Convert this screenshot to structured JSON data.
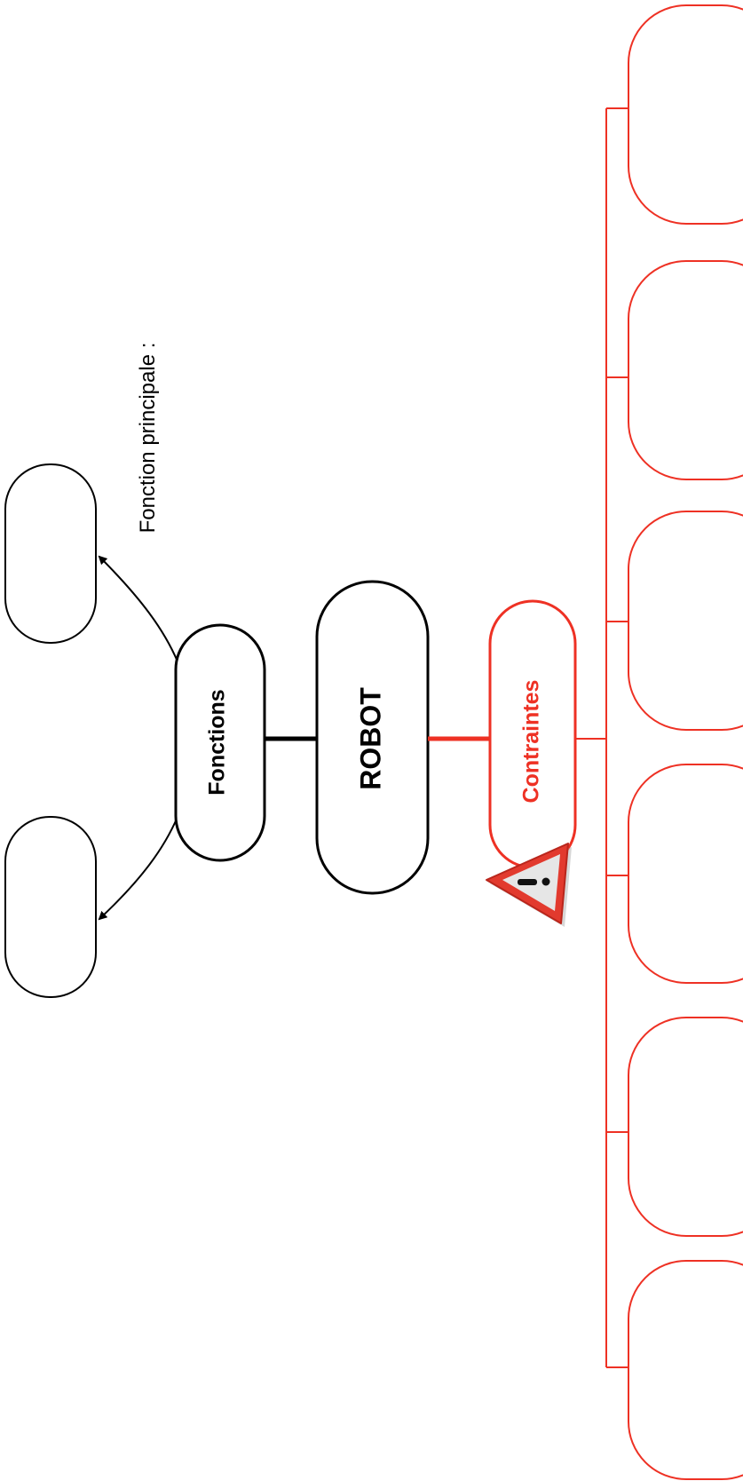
{
  "diagram": {
    "main_label": "ROBOT",
    "functions_label": "Fonctions",
    "constraints_label": "Contraintes",
    "main_function_caption": "Fonction principale :",
    "function_slots": [
      "",
      ""
    ],
    "constraint_slots": [
      "",
      "",
      "",
      "",
      "",
      ""
    ]
  },
  "colors": {
    "ink": "#000000",
    "constraint": "#ee3124",
    "warning_fill": "#e6e6e6",
    "warning_border": "#e23a2e"
  },
  "icons": {
    "warning": "warning-triangle-icon",
    "exclamation": "exclamation-icon"
  }
}
